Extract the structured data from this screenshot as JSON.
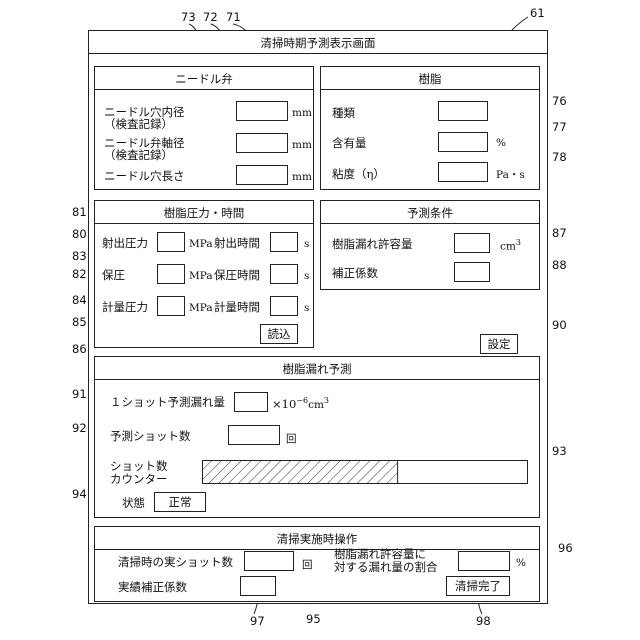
{
  "screen": {
    "title": "清掃時期予測表示画面",
    "ref": "61"
  },
  "needle_valve": {
    "title": "ニードル弁",
    "hole_inner_diameter_label_1": "ニードル穴内径",
    "hole_inner_diameter_label_2": "（検査記録）",
    "valve_shaft_diameter_label_1": "ニードル弁軸径",
    "valve_shaft_diameter_label_2": "（検査記録）",
    "hole_length_label": "ニードル穴長さ",
    "unit_mm": "mm",
    "ref_hole_inner": "71",
    "ref_shaft": "72",
    "ref_length": "73"
  },
  "resin": {
    "title": "樹脂",
    "type_label": "種類",
    "content_label": "含有量",
    "content_unit": "%",
    "viscosity_label": "粘度（η）",
    "viscosity_unit": "Pa・s",
    "ref_type": "76",
    "ref_content": "77",
    "ref_viscosity": "78"
  },
  "resin_pressure_time": {
    "title": "樹脂圧力・時間",
    "injection_pressure_label": "射出圧力",
    "injection_time_label": "射出時間",
    "hold_pressure_label": "保圧",
    "hold_time_label": "保圧時間",
    "metering_pressure_label": "計量圧力",
    "metering_time_label": "計量時間",
    "unit_mpa": "MPa",
    "unit_s": "s",
    "load_button": "読込",
    "ref_injection_pressure": "80",
    "ref_injection_time": "81",
    "ref_hold_pressure": "82",
    "ref_hold_time": "83",
    "ref_metering_pressure": "84",
    "ref_metering_time": "85",
    "ref_load_button": "86"
  },
  "prediction_conditions": {
    "title": "予測条件",
    "allowable_leak_label": "樹脂漏れ許容量",
    "allowable_leak_unit": "cm",
    "allowable_leak_unit_exp": "3",
    "correction_label": "補正係数",
    "ref_allowable_leak": "87",
    "ref_correction": "88"
  },
  "set_button": {
    "label": "設定",
    "ref": "90"
  },
  "leak_prediction": {
    "title": "樹脂漏れ予測",
    "per_shot_label": "１ショット予測漏れ量",
    "per_shot_unit_prefix": "×10",
    "per_shot_unit_exp": "−6",
    "per_shot_unit_cm": "cm",
    "per_shot_unit_cm_exp": "3",
    "predicted_shots_label": "予測ショット数",
    "predicted_shots_unit": "回",
    "counter_label_1": "ショット数",
    "counter_label_2": "カウンター",
    "counter_progress": 0.6,
    "state_label": "状態",
    "state_value": "正常",
    "ref_per_shot": "91",
    "ref_predicted_shots": "92",
    "ref_counter": "93",
    "ref_state": "94"
  },
  "cleaning": {
    "title": "清掃実施時操作",
    "actual_shots_label": "清掃時の実ショット数",
    "actual_shots_unit": "回",
    "ratio_label_1": "樹脂漏れ許容量に",
    "ratio_label_2": "対する漏れ量の割合",
    "ratio_unit": "%",
    "actual_correction_label": "実績補正係数",
    "complete_button": "清掃完了",
    "ref_actual_shots": "95",
    "ref_ratio": "96",
    "ref_actual_correction": "97",
    "ref_complete": "98"
  }
}
